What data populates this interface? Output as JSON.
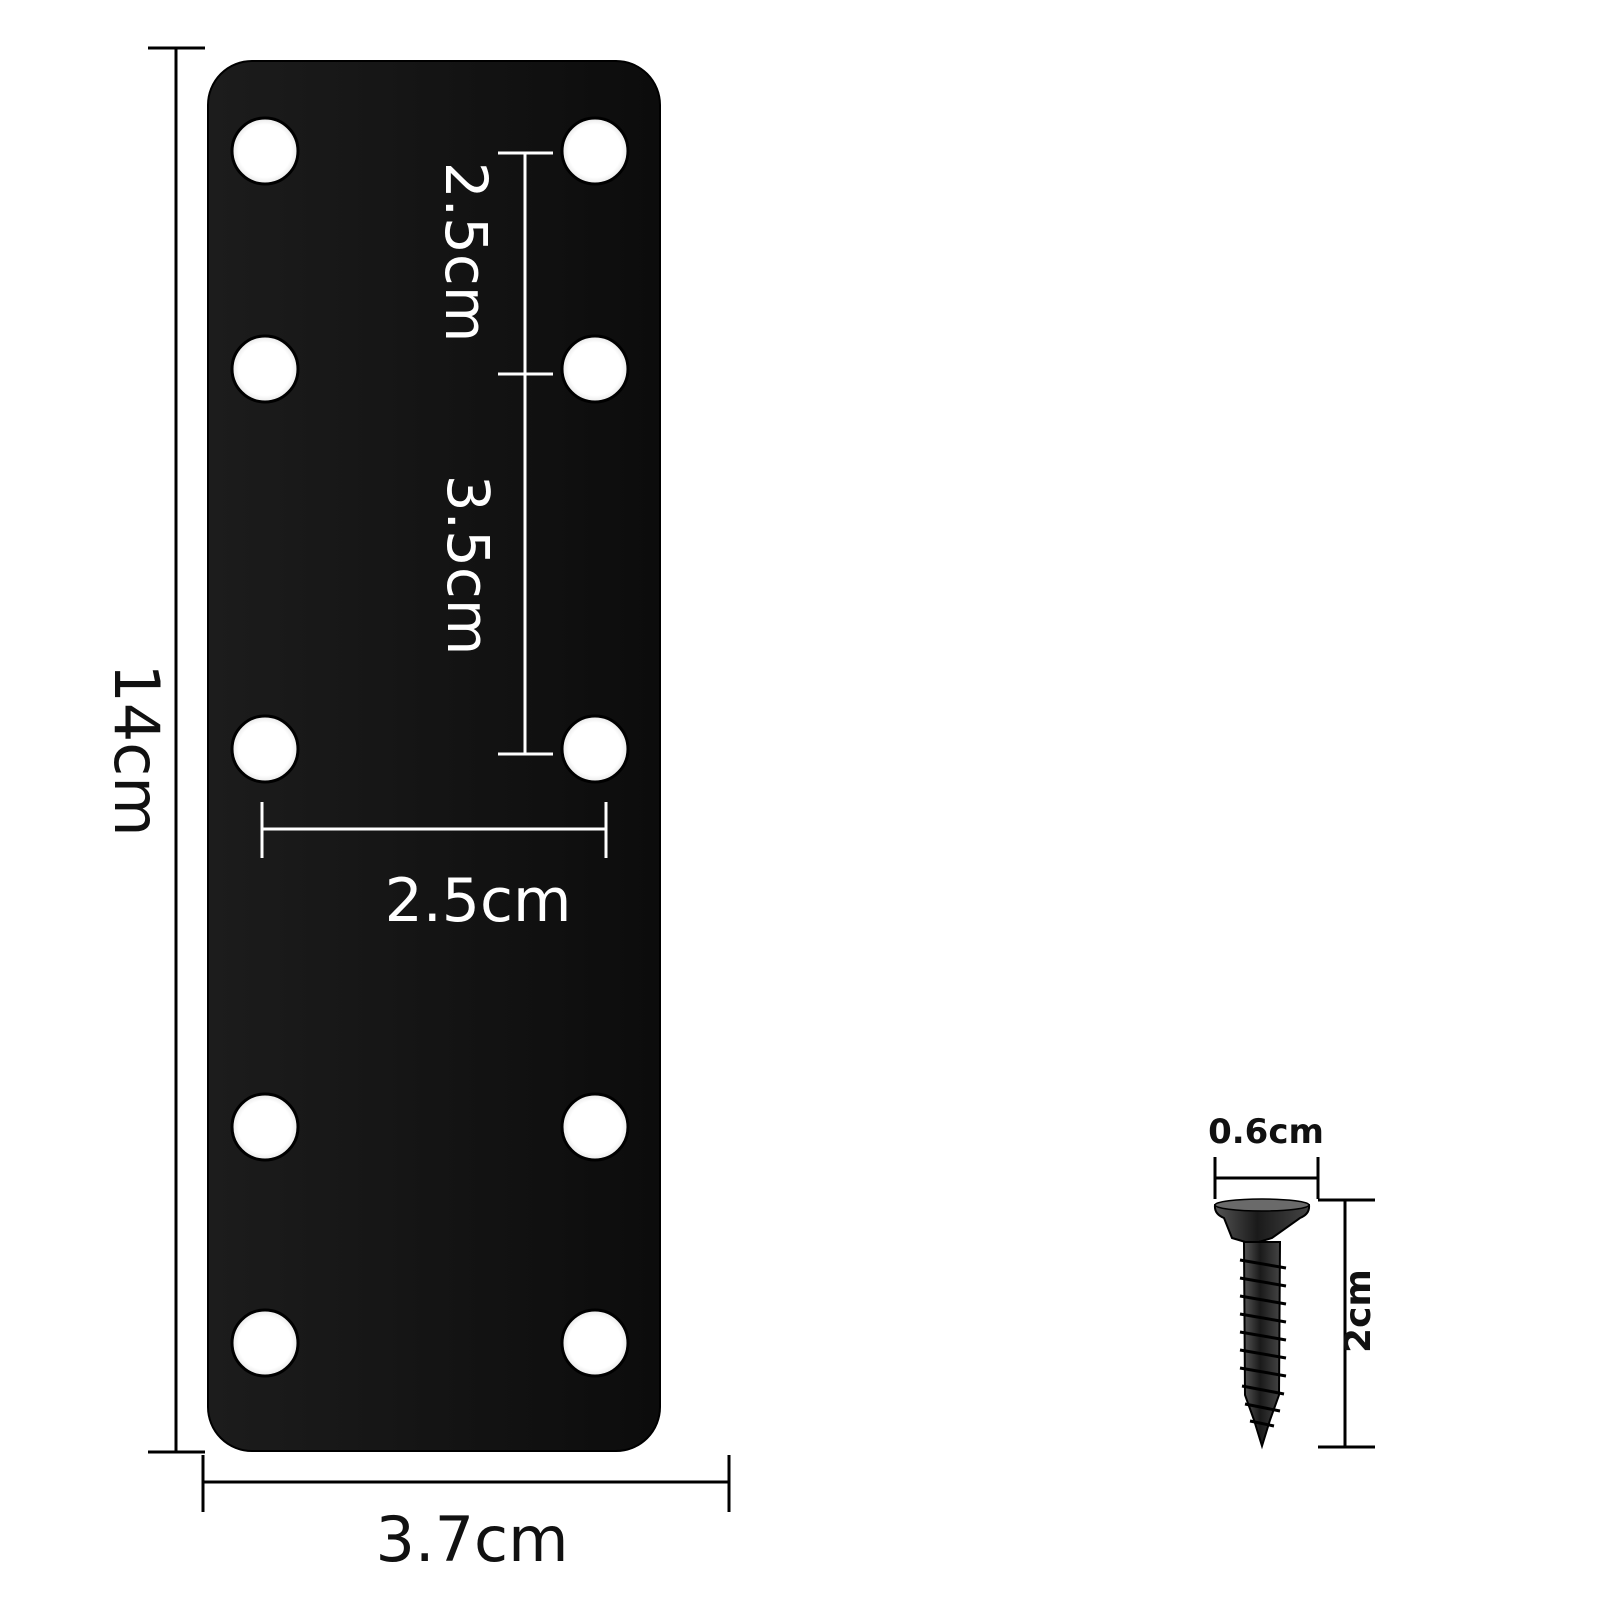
{
  "plate": {
    "color": "#111111",
    "hole_count": 10,
    "dimensions": {
      "total_height": "14cm",
      "total_width": "3.7cm",
      "hole_spacing_top": "2.5cm",
      "hole_spacing_middle": "3.5cm",
      "hole_spacing_horizontal": "2.5cm"
    }
  },
  "screw": {
    "color": "#2a2a2a",
    "dimensions": {
      "head_width": "0.6cm",
      "length": "2cm"
    }
  }
}
